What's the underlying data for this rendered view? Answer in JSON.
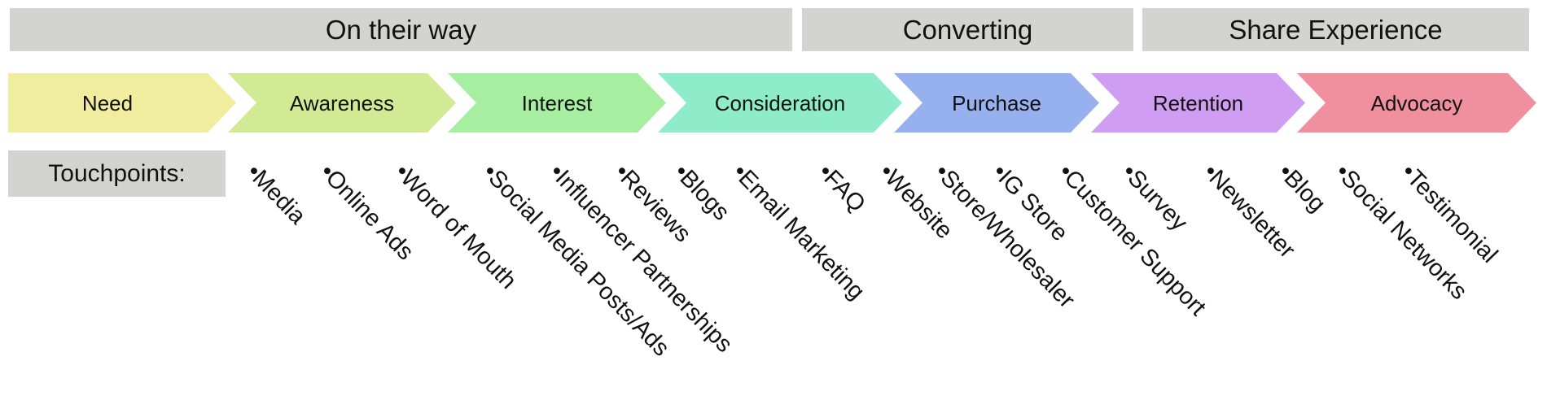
{
  "phases": [
    {
      "label": "On their way"
    },
    {
      "label": "Converting"
    },
    {
      "label": "Share Experience"
    }
  ],
  "stages": [
    {
      "label": "Need",
      "color": "#F1ED9E"
    },
    {
      "label": "Awareness",
      "color": "#D3EA94"
    },
    {
      "label": "Interest",
      "color": "#A7EFA0"
    },
    {
      "label": "Consideration",
      "color": "#8FECCB"
    },
    {
      "label": "Purchase",
      "color": "#97B0EE"
    },
    {
      "label": "Retention",
      "color": "#CF9DF2"
    },
    {
      "label": "Advocacy",
      "color": "#F0909F"
    }
  ],
  "touchpoints": {
    "label": "Touchpoints:",
    "bullet": "•",
    "items": [
      "Media",
      "Online Ads",
      "Word of Mouth",
      "Social Media Posts/Ads",
      "Influencer Partnerships",
      "Reviews",
      "Blogs",
      "Email Marketing",
      "FAQ",
      "Website",
      "Store/Wholesaler",
      "IG Store",
      "Customer Support",
      "Survey",
      "Newsletter",
      "Blog",
      "Social Networks",
      "Testimonial"
    ]
  },
  "colors": {
    "phase_bar_bg": "#D3D4CF",
    "text": "#111111",
    "background": "#FFFFFF"
  }
}
